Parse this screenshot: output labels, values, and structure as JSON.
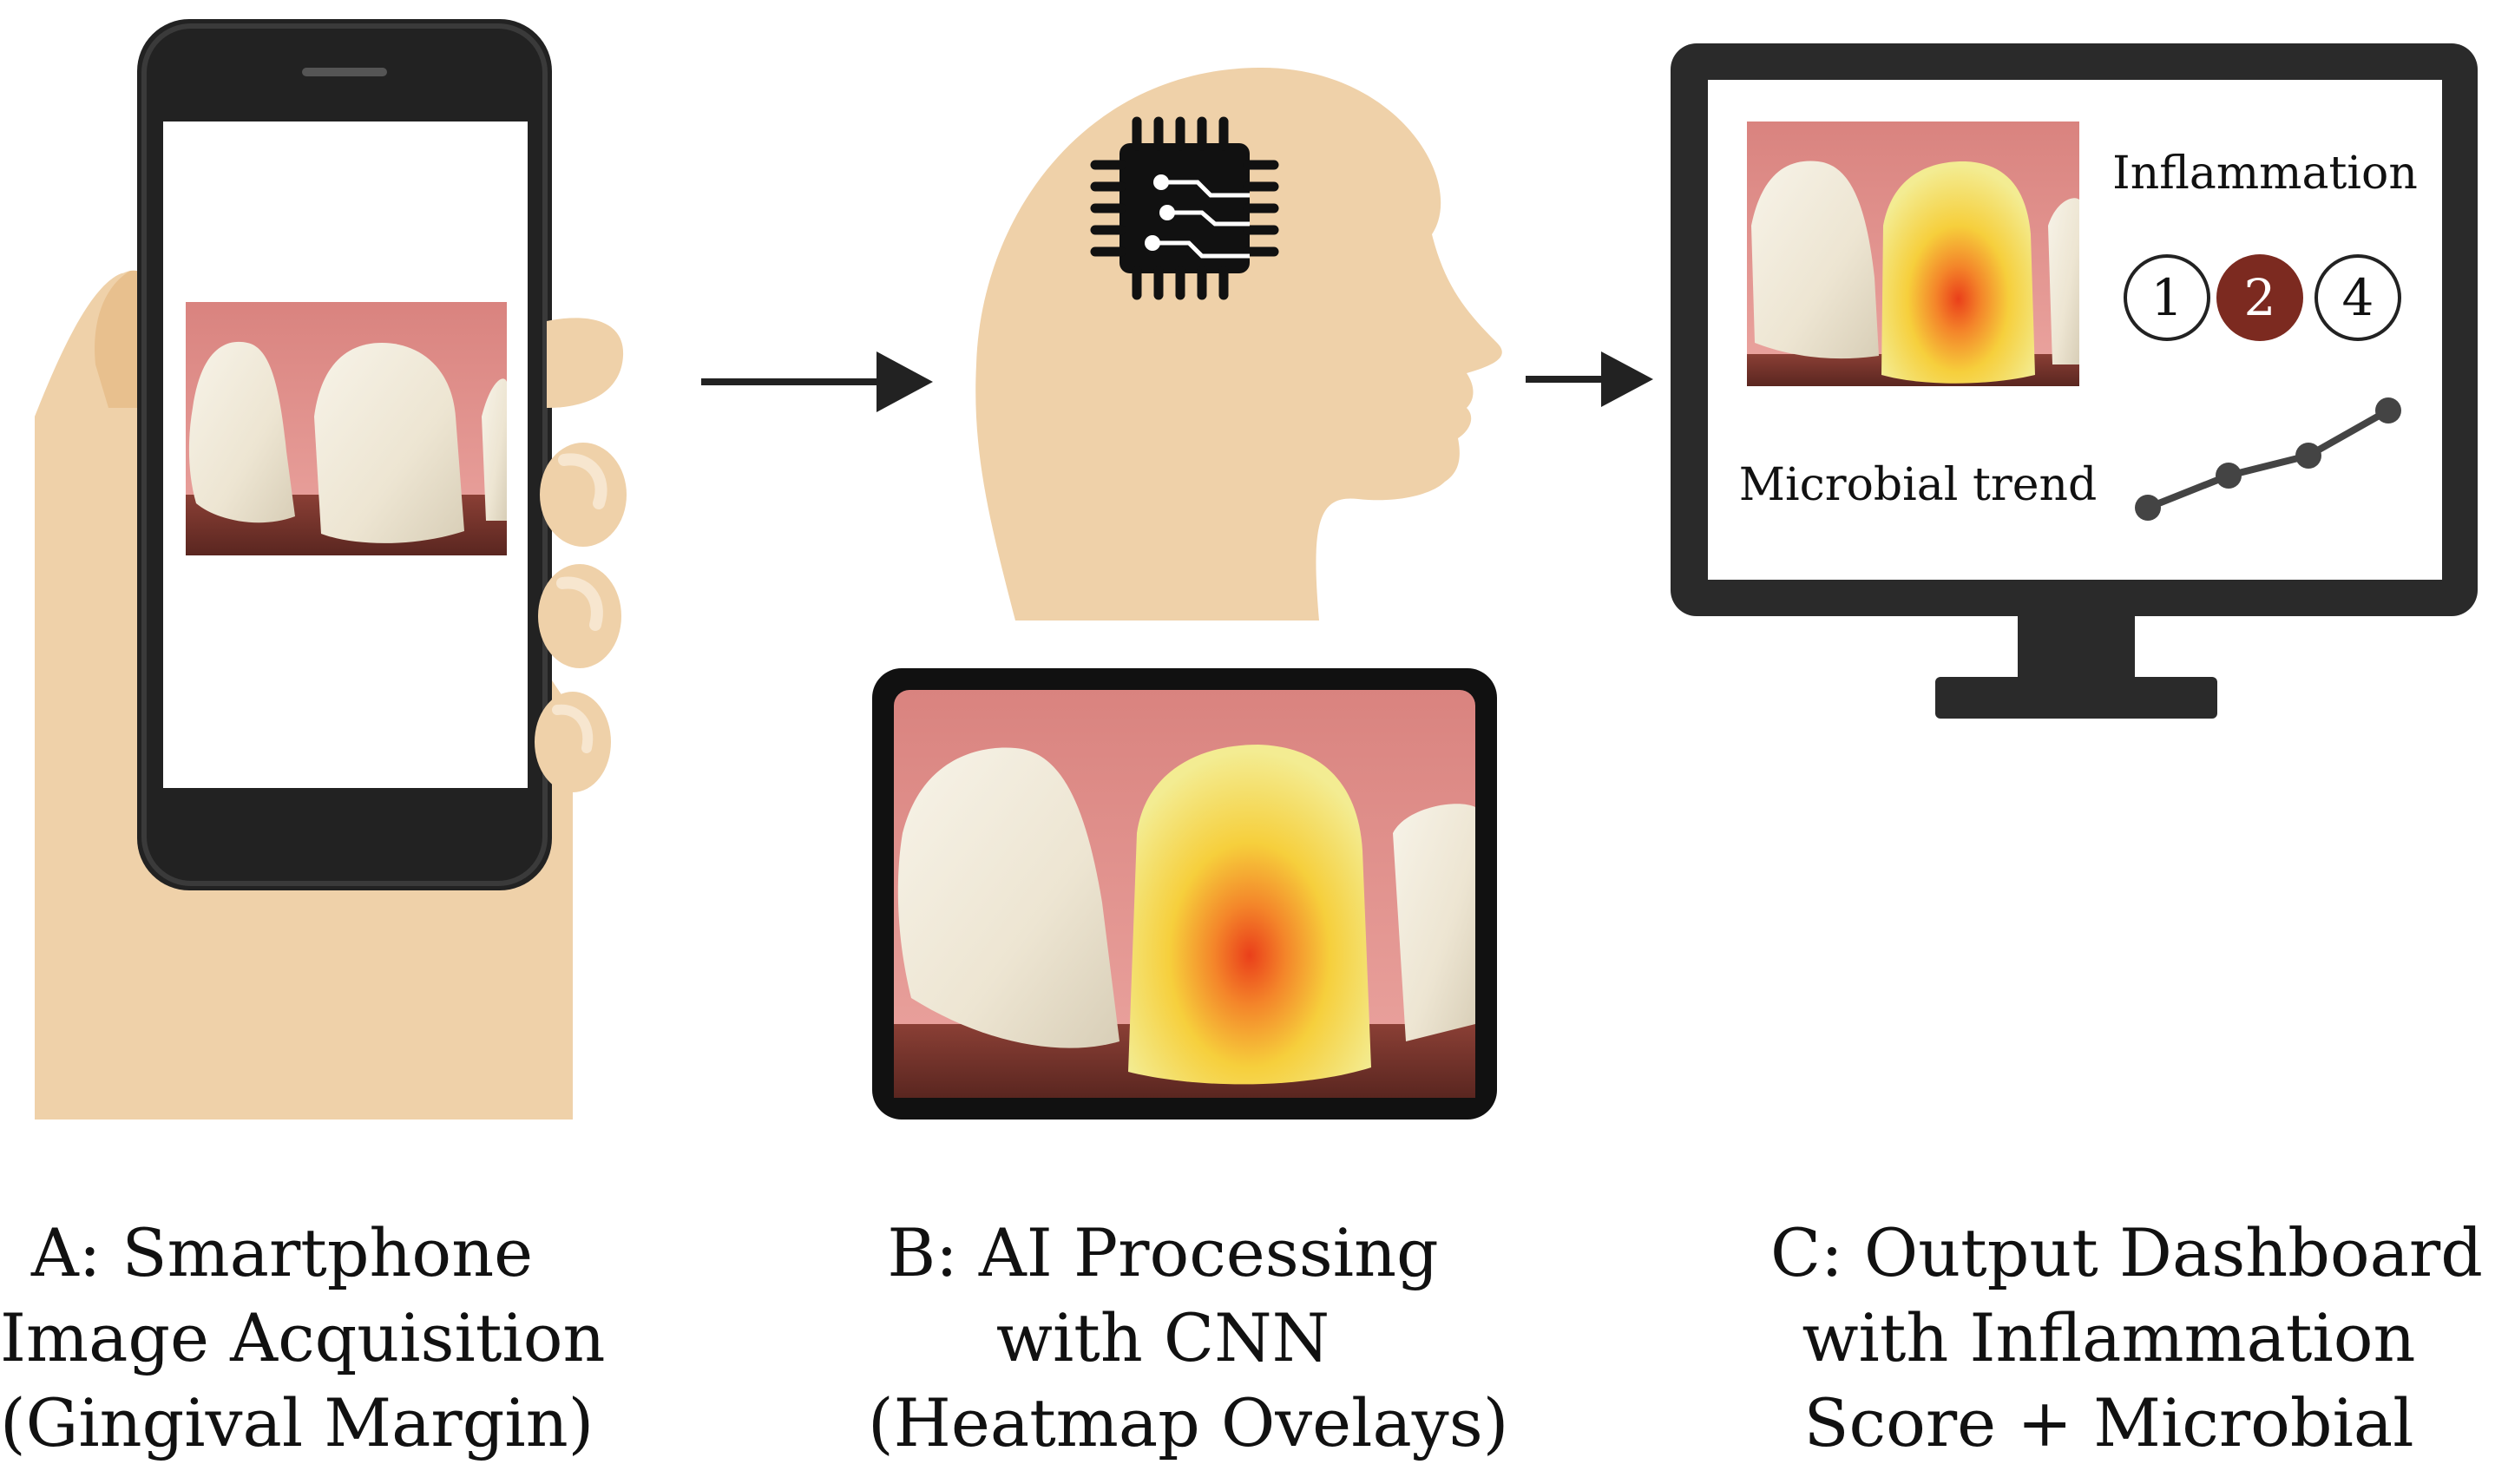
{
  "colors": {
    "skin": "#efd1a9",
    "skin_dark": "#e8c08e",
    "device": "#222222",
    "gum": "#e19490",
    "tooth": "#f1ebdb",
    "heat_core": "#ef4b1e",
    "heat_mid": "#f6b12a",
    "heat_outer": "#f8ee74",
    "selected_score": "#7c2a20"
  },
  "icons": {
    "panel_a": "hand-holding-smartphone-icon",
    "panel_b": "head-with-cnn-chip-icon",
    "panel_c": "desktop-monitor-icon"
  },
  "dashboard": {
    "inflammation_label": "Inflammation",
    "scores": [
      "1",
      "2",
      "4"
    ],
    "selected_score": "2",
    "microbial_label": "Microbial trend"
  },
  "captions": {
    "a": [
      "A: Smartphone",
      "Image Acquisition",
      "(Gingival Margin)"
    ],
    "b": [
      "B: AI Processing",
      "with CNN",
      "(Heatmap Ovelays)"
    ],
    "c": [
      "C: Output Dashboard",
      "with Inflammation",
      "Score + Microbial"
    ]
  }
}
